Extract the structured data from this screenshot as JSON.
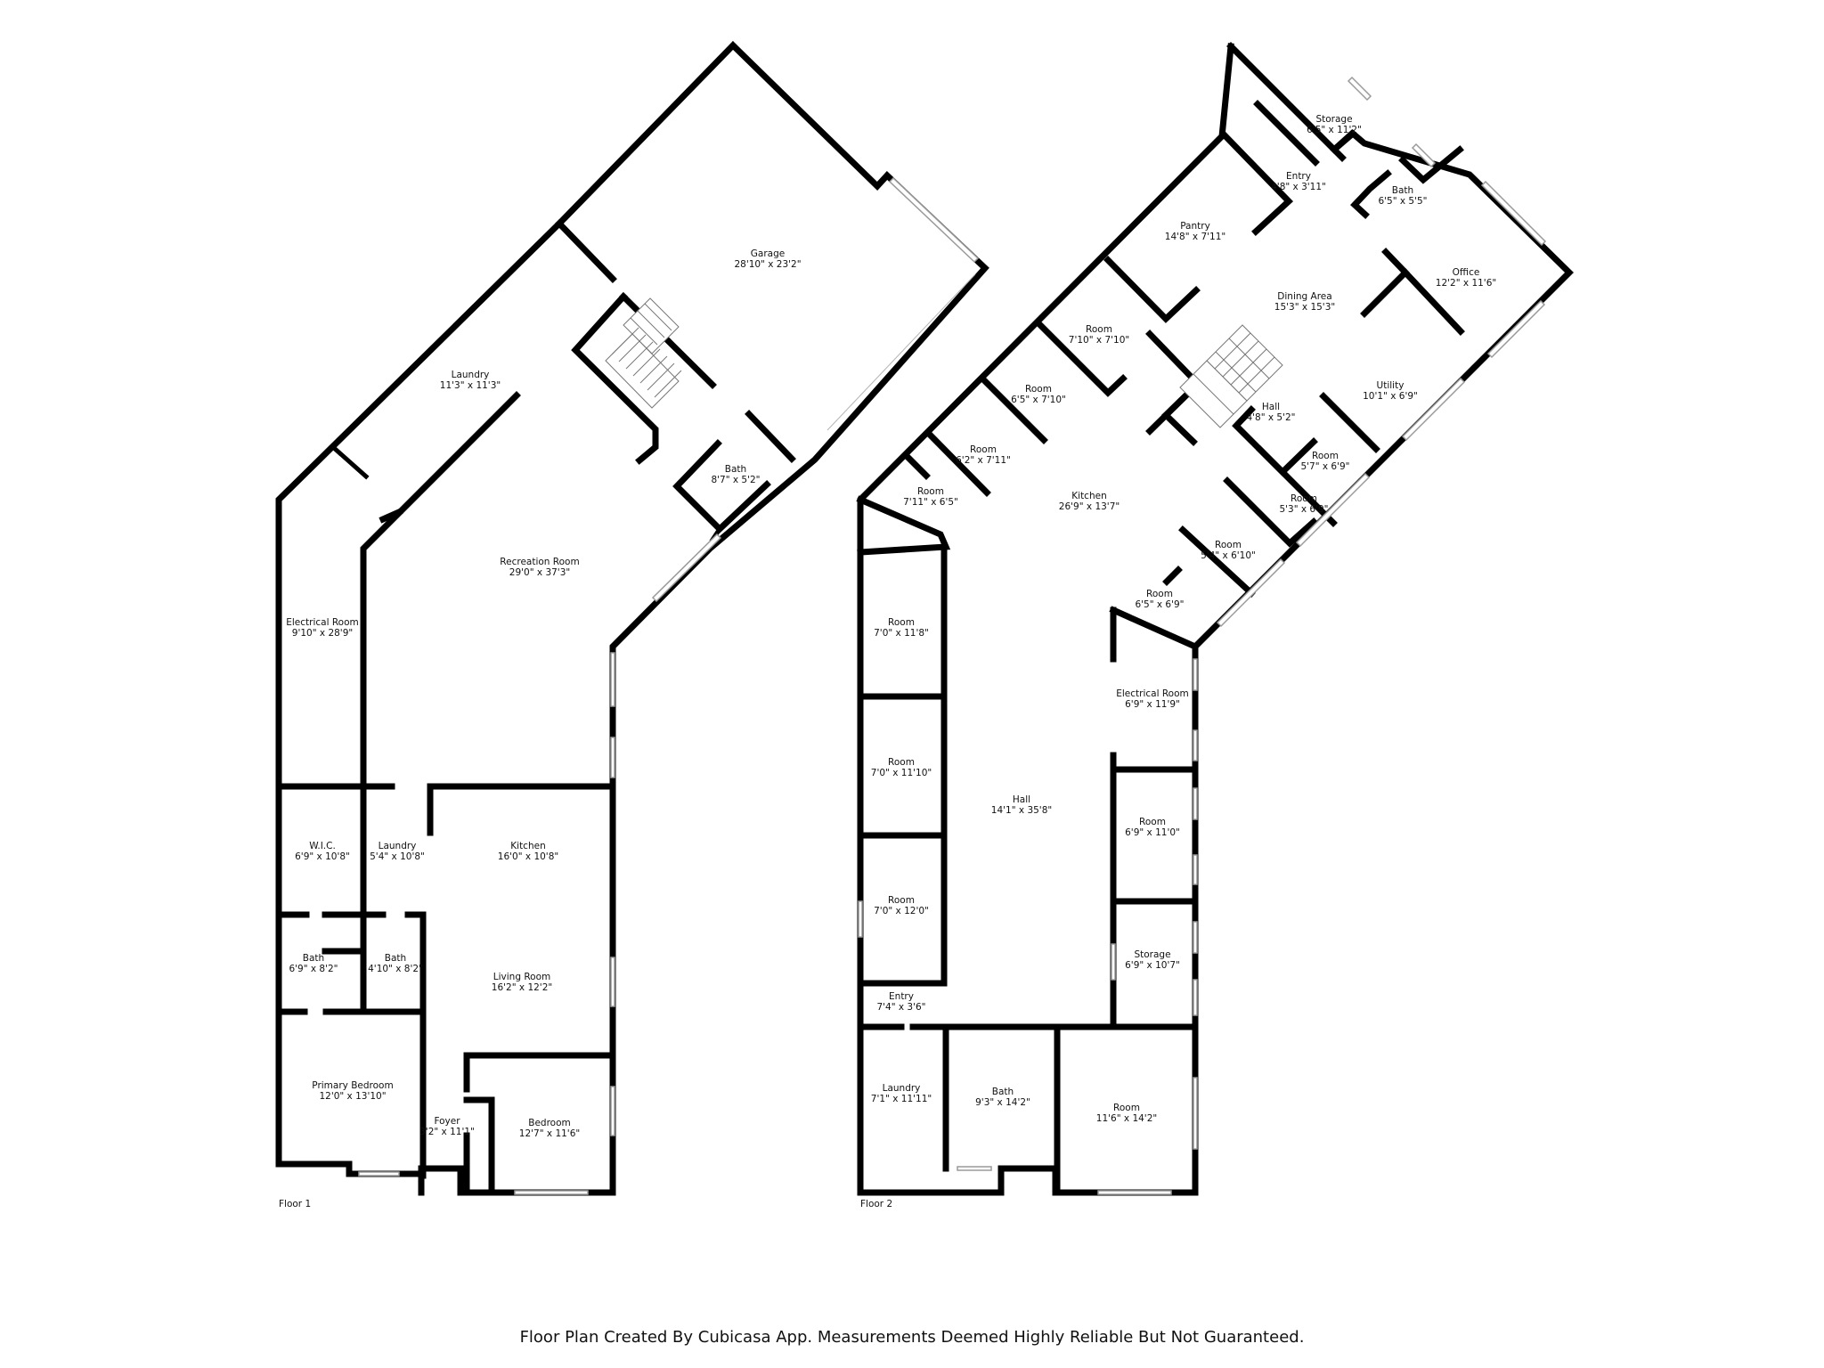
{
  "floors": [
    {
      "label": "Floor 1",
      "rooms": [
        {
          "name": "Garage",
          "dims": "28'10\" x 23'2\""
        },
        {
          "name": "Laundry",
          "dims": "11'3\" x 11'3\""
        },
        {
          "name": "Bath",
          "dims": "8'7\" x 5'2\""
        },
        {
          "name": "Recreation Room",
          "dims": "29'0\" x 37'3\""
        },
        {
          "name": "Electrical Room",
          "dims": "9'10\" x 28'9\""
        },
        {
          "name": "W.I.C.",
          "dims": "6'9\" x 10'8\""
        },
        {
          "name": "Laundry",
          "dims": "5'4\" x 10'8\""
        },
        {
          "name": "Kitchen",
          "dims": "16'0\" x 10'8\""
        },
        {
          "name": "Bath",
          "dims": "6'9\" x 8'2\""
        },
        {
          "name": "Bath",
          "dims": "4'10\" x 8'2\""
        },
        {
          "name": "Living Room",
          "dims": "16'2\" x 12'2\""
        },
        {
          "name": "Primary Bedroom",
          "dims": "12'0\" x 13'10\""
        },
        {
          "name": "Foyer",
          "dims": "3'2\" x 11'1\""
        },
        {
          "name": "Bedroom",
          "dims": "12'7\" x 11'6\""
        }
      ]
    },
    {
      "label": "Floor 2",
      "rooms": [
        {
          "name": "Storage",
          "dims": "6'5\" x 11'2\""
        },
        {
          "name": "Entry",
          "dims": "4'8\" x 3'11\""
        },
        {
          "name": "Bath",
          "dims": "6'5\" x 5'5\""
        },
        {
          "name": "Pantry",
          "dims": "14'8\" x 7'11\""
        },
        {
          "name": "Office",
          "dims": "12'2\" x 11'6\""
        },
        {
          "name": "Dining Area",
          "dims": "15'3\" x 15'3\""
        },
        {
          "name": "Room",
          "dims": "7'10\" x 7'10\""
        },
        {
          "name": "Room",
          "dims": "6'5\" x 7'10\""
        },
        {
          "name": "Utility",
          "dims": "10'1\" x 6'9\""
        },
        {
          "name": "Hall",
          "dims": "4'8\" x 5'2\""
        },
        {
          "name": "Room",
          "dims": "6'2\" x 7'11\""
        },
        {
          "name": "Room",
          "dims": "5'7\" x 6'9\""
        },
        {
          "name": "Room",
          "dims": "7'11\" x 6'5\""
        },
        {
          "name": "Kitchen",
          "dims": "26'9\" x 13'7\""
        },
        {
          "name": "Room",
          "dims": "5'3\" x 6'9\""
        },
        {
          "name": "Room",
          "dims": "5'4\" x 6'10\""
        },
        {
          "name": "Room",
          "dims": "6'5\" x 6'9\""
        },
        {
          "name": "Room",
          "dims": "7'0\" x 11'8\""
        },
        {
          "name": "Electrical Room",
          "dims": "6'9\" x 11'9\""
        },
        {
          "name": "Room",
          "dims": "7'0\" x 11'10\""
        },
        {
          "name": "Hall",
          "dims": "14'1\" x 35'8\""
        },
        {
          "name": "Room",
          "dims": "6'9\" x 11'0\""
        },
        {
          "name": "Room",
          "dims": "7'0\" x 12'0\""
        },
        {
          "name": "Storage",
          "dims": "6'9\" x 10'7\""
        },
        {
          "name": "Entry",
          "dims": "7'4\" x 3'6\""
        },
        {
          "name": "Laundry",
          "dims": "7'1\" x 11'11\""
        },
        {
          "name": "Bath",
          "dims": "9'3\" x 14'2\""
        },
        {
          "name": "Room",
          "dims": "11'6\" x 14'2\""
        }
      ]
    }
  ],
  "disclaimer": "Floor Plan Created By Cubicasa App. Measurements Deemed Highly Reliable But Not Guaranteed."
}
